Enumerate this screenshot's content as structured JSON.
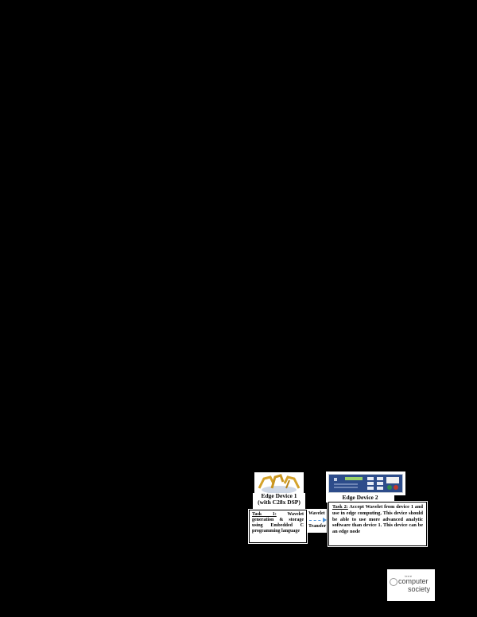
{
  "diagram": {
    "edge_device_1": {
      "label_line1": "Edge Device 1",
      "label_line2": "(with C28x DSP)",
      "icon": "robot-arms-icon"
    },
    "task_1": {
      "title": "Task 1:",
      "body": "Wavelet generation & storage using Embedded C programming language"
    },
    "connector": {
      "label_top": "Wavelet",
      "label_bottom": "Transfer",
      "color": "#4a90d9",
      "icon": "dashed-arrow-right-icon"
    },
    "edge_device_2": {
      "label": "Edge Device 2",
      "icon": "rack-device-icon"
    },
    "task_2": {
      "title": "Task 2:",
      "body": "Accept Wavelet from device 1 and use in edge computing. This device should be able to use more advanced analytic software than device 1. This device can be an edge node"
    }
  },
  "logo": {
    "line1": "ieee",
    "line2": "computer",
    "line3": "society"
  }
}
